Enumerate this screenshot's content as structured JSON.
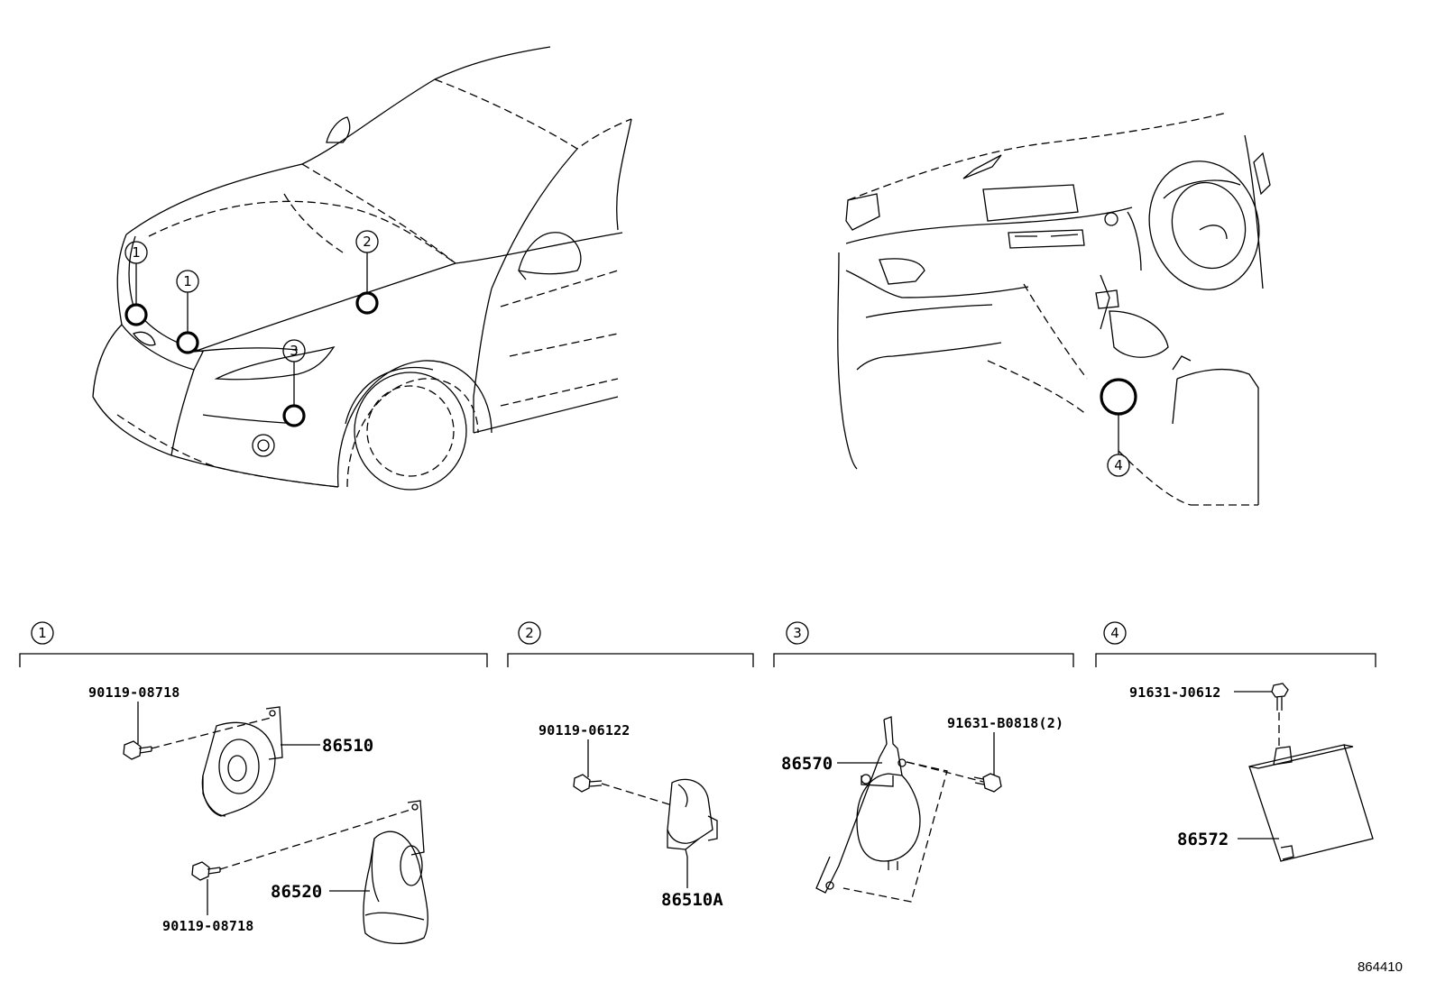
{
  "callouts": [
    {
      "num": "1"
    },
    {
      "num": "1"
    },
    {
      "num": "2"
    },
    {
      "num": "3"
    },
    {
      "num": "4"
    }
  ],
  "sections": [
    {
      "num": "1"
    },
    {
      "num": "2"
    },
    {
      "num": "3"
    },
    {
      "num": "4"
    }
  ],
  "parts": {
    "s1_bolt_top": "90119-08718",
    "s1_horn_high": "86510",
    "s1_horn_low": "86520",
    "s1_bolt_bottom": "90119-08718",
    "s2_bolt": "90119-06122",
    "s2_horn": "86510A",
    "s3_horn": "86570",
    "s3_bolt": "91631-B0818(2)",
    "s4_bolt": "91631-J0612",
    "s4_module": "86572"
  },
  "reference": "864410"
}
